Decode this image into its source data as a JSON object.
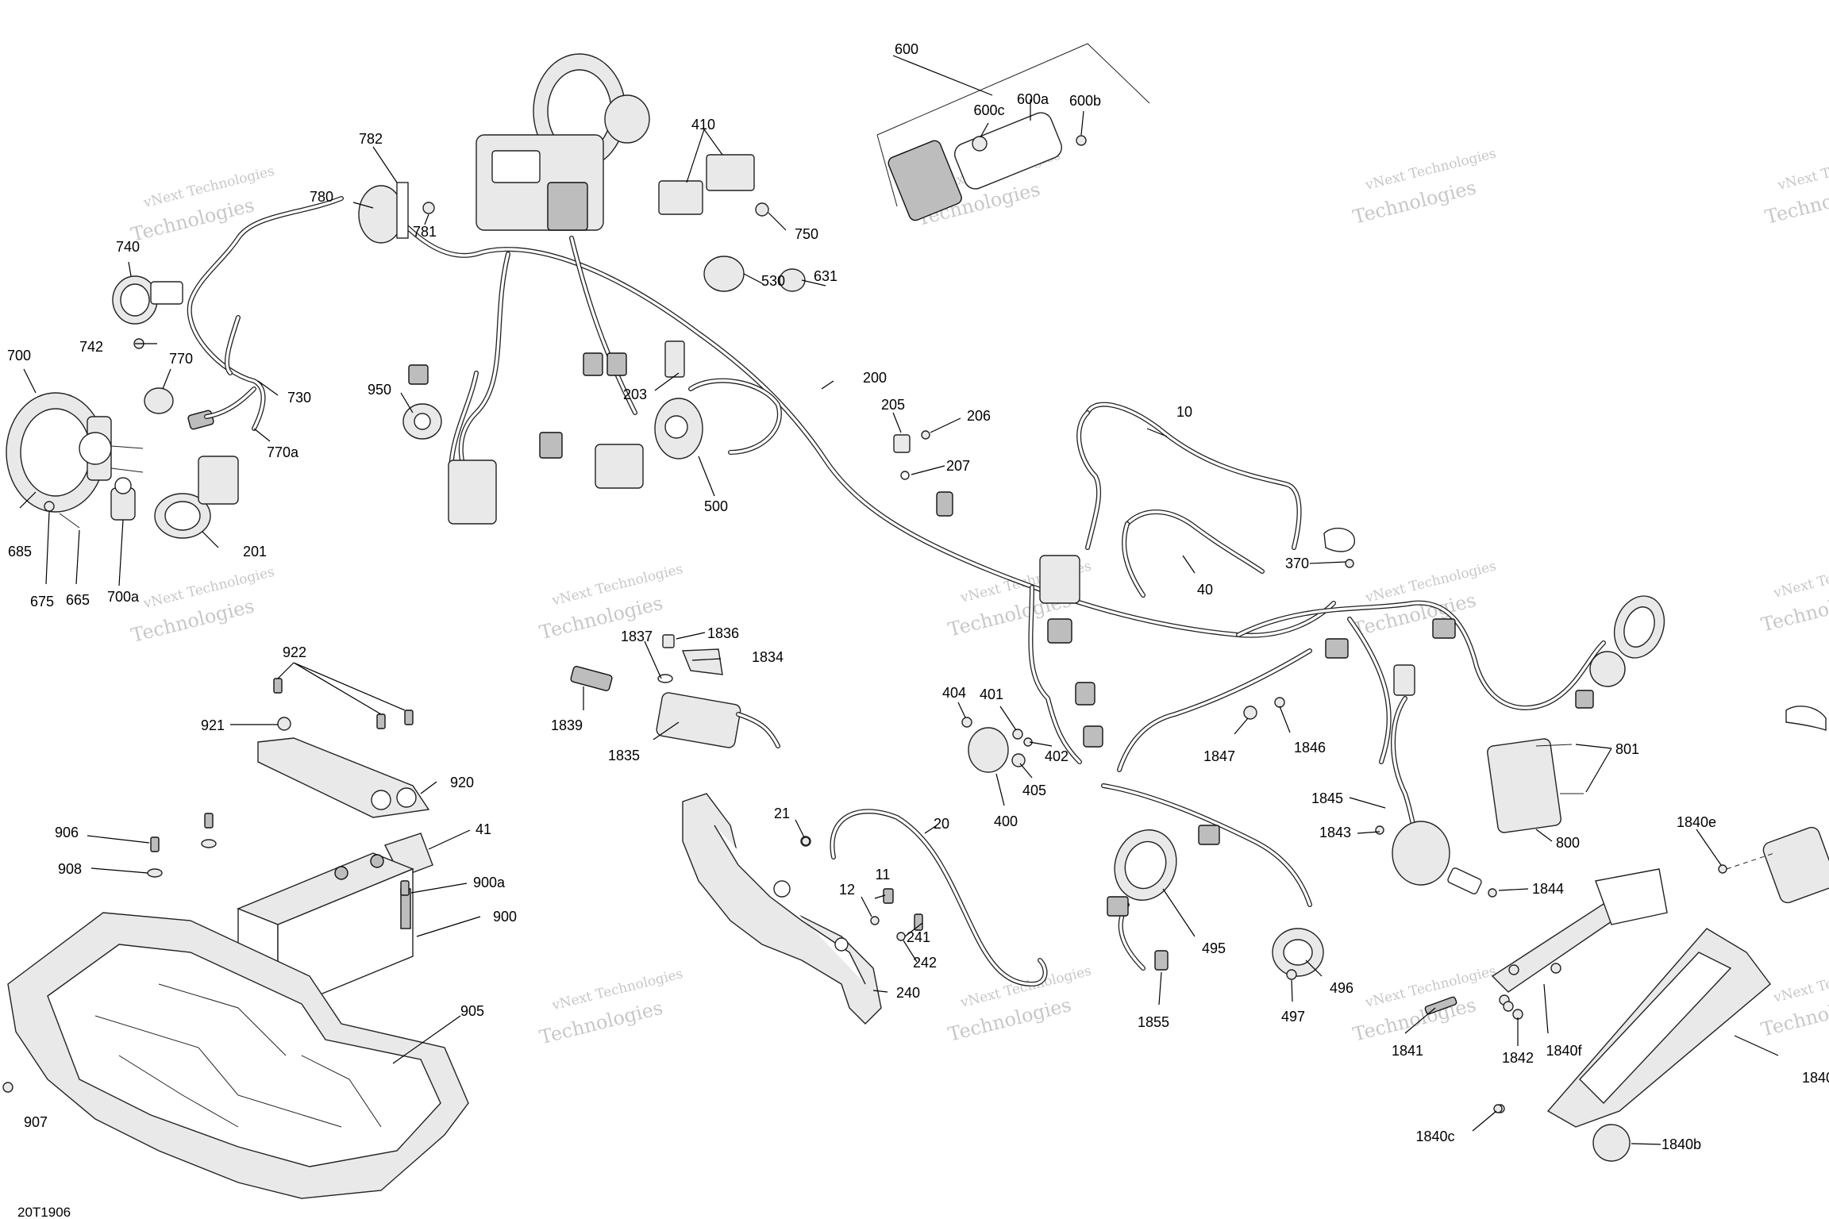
{
  "figure_id": "20T1906",
  "watermark": {
    "line1": "vNext Technologies",
    "line2": "Technologies"
  },
  "callouts": {
    "c10": "10",
    "c11": "11",
    "c12": "12",
    "c20": "20",
    "c21": "21",
    "c40": "40",
    "c41": "41",
    "c200": "200",
    "c201": "201",
    "c203": "203",
    "c205": "205",
    "c206": "206",
    "c207": "207",
    "c240": "240",
    "c241": "241",
    "c242": "242",
    "c370": "370",
    "c400": "400",
    "c401": "401",
    "c402": "402",
    "c404": "404",
    "c405": "405",
    "c410": "410",
    "c495": "495",
    "c496": "496",
    "c497": "497",
    "c500": "500",
    "c530": "530",
    "c600": "600",
    "c600a": "600a",
    "c600b": "600b",
    "c600c": "600c",
    "c631": "631",
    "c665": "665",
    "c675": "675",
    "c685": "685",
    "c700": "700",
    "c700a": "700a",
    "c730": "730",
    "c740": "740",
    "c742": "742",
    "c750": "750",
    "c770": "770",
    "c770a": "770a",
    "c780": "780",
    "c781": "781",
    "c782": "782",
    "c800": "800",
    "c801": "801",
    "c900": "900",
    "c900a": "900a",
    "c905": "905",
    "c906": "906",
    "c907": "907",
    "c908": "908",
    "c920": "920",
    "c921": "921",
    "c922": "922",
    "c950": "950",
    "c1834": "1834",
    "c1835": "1835",
    "c1836": "1836",
    "c1837": "1837",
    "c1839": "1839",
    "c1840": "1840",
    "c1840b": "1840b",
    "c1840c": "1840c",
    "c1840e": "1840e",
    "c1840f": "1840f",
    "c1841": "1841",
    "c1842": "1842",
    "c1843": "1843",
    "c1844": "1844",
    "c1845": "1845",
    "c1846": "1846",
    "c1847": "1847",
    "c1855": "1855"
  }
}
